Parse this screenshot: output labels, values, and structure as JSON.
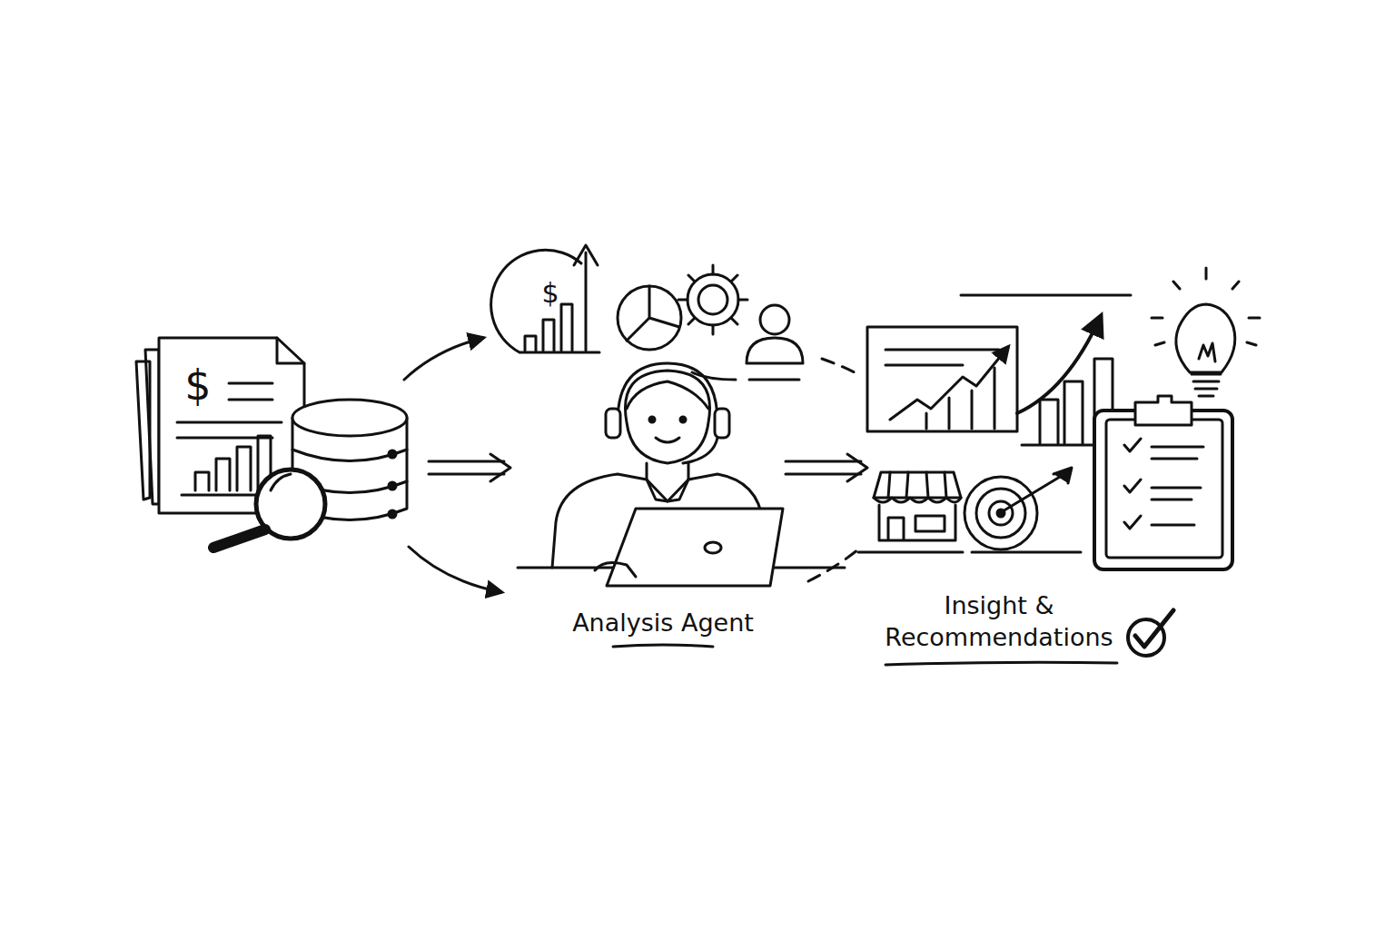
{
  "diagram": {
    "labels": [
      "$",
      "$",
      "Analysis Agent",
      "Insight & Recommendations"
    ]
  }
}
